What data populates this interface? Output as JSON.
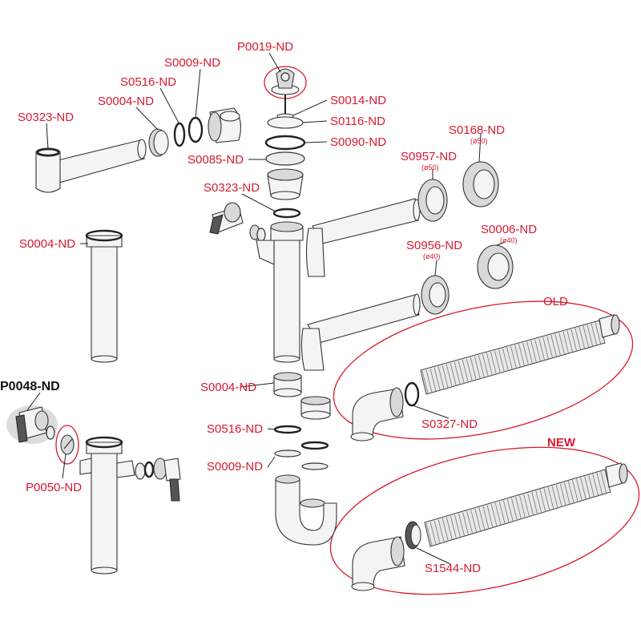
{
  "labels": {
    "p0019": "P0019-ND",
    "s0009_top": "S0009-ND",
    "s0516_top": "S0516-ND",
    "s0004_top": "S0004-ND",
    "s0323_left": "S0323-ND",
    "s0014": "S0014-ND",
    "s0116": "S0116-ND",
    "s0090": "S0090-ND",
    "s0085": "S0085-ND",
    "s0168": "S0168-ND",
    "s0168_dia": "(ø50)",
    "s0957": "S0957-ND",
    "s0957_dia": "(ø50)",
    "s0323_mid": "S0323-ND",
    "s0004_left": "S0004-ND",
    "s0006": "S0006-ND",
    "s0006_dia": "(ø40)",
    "s0956": "S0956-ND",
    "s0956_dia": "(ø40)",
    "old": "OLD",
    "p0048": "P0048-ND",
    "s0004_mid": "S0004-ND",
    "s0327": "S0327-ND",
    "s0516_mid": "S0516-ND",
    "p0050": "P0050-ND",
    "new": "NEW",
    "s0009_mid": "S0009-ND",
    "s1544": "S1544-ND"
  },
  "colors": {
    "label_red": "#d7192e",
    "label_dark": "#111111",
    "outline": "#333333"
  }
}
